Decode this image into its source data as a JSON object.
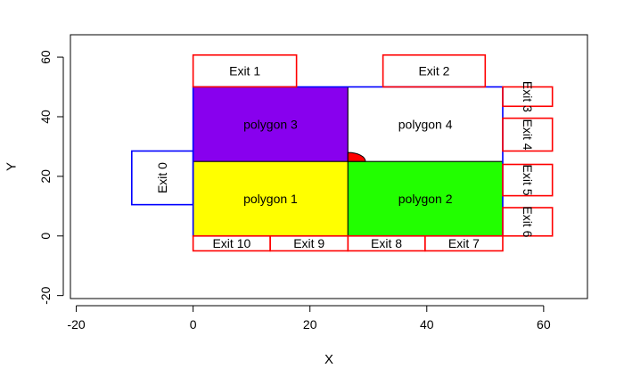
{
  "chart_data": {
    "type": "polygon-map",
    "xlabel": "X",
    "ylabel": "Y",
    "xlim": [
      -21,
      67.5
    ],
    "ylim": [
      -21,
      67.5
    ],
    "x_ticks": [
      -20,
      0,
      20,
      40,
      60
    ],
    "y_ticks": [
      -20,
      0,
      20,
      40,
      60
    ],
    "polygons": [
      {
        "label": "polygon 1",
        "x0": 0,
        "x1": 26.5,
        "y0": 0,
        "y1": 25,
        "fill": "#ffff00"
      },
      {
        "label": "polygon 2",
        "x0": 26.5,
        "x1": 53,
        "y0": 0,
        "y1": 25,
        "fill": "#22ff00"
      },
      {
        "label": "polygon 3",
        "x0": 0,
        "x1": 26.5,
        "y0": 25,
        "y1": 50,
        "fill": "#8800ee"
      },
      {
        "label": "polygon 4",
        "x0": 26.5,
        "x1": 53,
        "y0": 25,
        "y1": 50,
        "fill": "#ffffff"
      }
    ],
    "polygon_border": {
      "x0": 0,
      "x1": 53,
      "y0": 0,
      "y1": 50,
      "color": "#0000ff"
    },
    "semicircle": {
      "cx": 26.5,
      "cy": 25,
      "r": 3,
      "fill": "#ff0000"
    },
    "exits": [
      {
        "label": "Exit 0",
        "x0": -10.5,
        "x1": 0,
        "y0": 10.5,
        "y1": 28.5,
        "color": "#0000ff",
        "rotate": true
      },
      {
        "label": "Exit 1",
        "x0": 0,
        "x1": 17.7,
        "y0": 50,
        "y1": 60.7,
        "color": "#ff0000",
        "rotate": false
      },
      {
        "label": "Exit 2",
        "x0": 32.5,
        "x1": 50,
        "y0": 50,
        "y1": 60.7,
        "color": "#ff0000",
        "rotate": false
      },
      {
        "label": "Exit 3",
        "x0": 53,
        "x1": 61.5,
        "y0": 43.5,
        "y1": 50,
        "color": "#ff0000",
        "rotate": true
      },
      {
        "label": "Exit 4",
        "x0": 53,
        "x1": 61.5,
        "y0": 28.5,
        "y1": 39.5,
        "color": "#ff0000",
        "rotate": true
      },
      {
        "label": "Exit 5",
        "x0": 53,
        "x1": 61.5,
        "y0": 13.5,
        "y1": 24,
        "color": "#ff0000",
        "rotate": true
      },
      {
        "label": "Exit 6",
        "x0": 53,
        "x1": 61.5,
        "y0": 0,
        "y1": 9.5,
        "color": "#ff0000",
        "rotate": true
      },
      {
        "label": "Exit 10",
        "x0": 0,
        "x1": 13.2,
        "y0": -5,
        "y1": 0,
        "color": "#ff0000",
        "rotate": false
      },
      {
        "label": "Exit 9",
        "x0": 13.2,
        "x1": 26.5,
        "y0": -5,
        "y1": 0,
        "color": "#ff0000",
        "rotate": false
      },
      {
        "label": "Exit 8",
        "x0": 26.5,
        "x1": 39.7,
        "y0": -5,
        "y1": 0,
        "color": "#ff0000",
        "rotate": false
      },
      {
        "label": "Exit 7",
        "x0": 39.7,
        "x1": 53,
        "y0": -5,
        "y1": 0,
        "color": "#ff0000",
        "rotate": false
      }
    ]
  }
}
